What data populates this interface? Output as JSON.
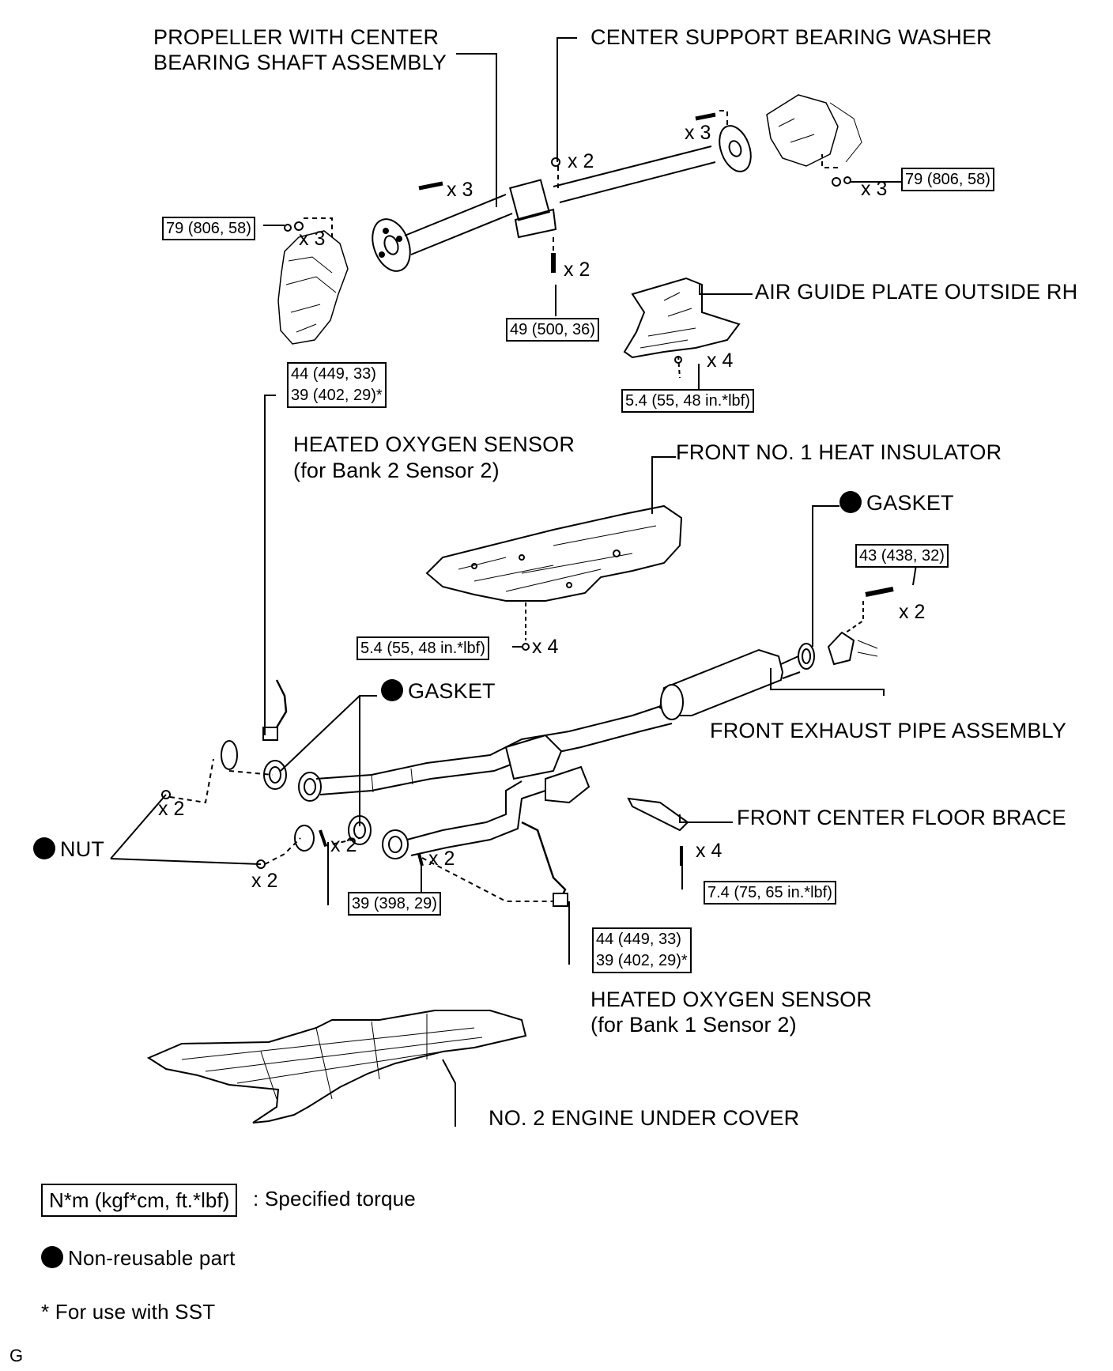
{
  "labels": {
    "propeller_line1": "PROPELLER WITH CENTER",
    "propeller_line2": "BEARING SHAFT ASSEMBLY",
    "center_support_washer": "CENTER SUPPORT BEARING WASHER",
    "air_guide_plate": "AIR GUIDE PLATE OUTSIDE RH",
    "ho2_bank2_line1": "HEATED OXYGEN SENSOR",
    "ho2_bank2_line2": "(for Bank 2 Sensor 2)",
    "heat_insulator": "FRONT NO. 1 HEAT INSULATOR",
    "gasket_rear": "GASKET",
    "gasket_front": "GASKET",
    "front_exhaust_pipe": "FRONT EXHAUST PIPE ASSEMBLY",
    "floor_brace": "FRONT CENTER FLOOR BRACE",
    "nut": "NUT",
    "ho2_bank1_line1": "HEATED OXYGEN SENSOR",
    "ho2_bank1_line2": "(for Bank 1 Sensor 2)",
    "under_cover": "NO. 2 ENGINE UNDER COVER"
  },
  "quantities": {
    "washer_x2": "x 2",
    "rear_bolt_x3": "x 3",
    "rear_nut_x3": "x 3",
    "front_bolt_x3": "x 3",
    "front_nut_x3": "x 3",
    "center_bolt_x2": "x 2",
    "air_guide_x4": "x 4",
    "insulator_x4": "x 4",
    "flange_bolt_x2": "x 2",
    "nut_upper_x2": "x 2",
    "nut_lower_x2": "x 2",
    "stud_left_x2": "x 2",
    "stud_right_x2": "x 2",
    "brace_x4": "x 4"
  },
  "torques": {
    "front_flange": "79 (806, 58)",
    "rear_flange": "79 (806, 58)",
    "center_support": "49 (500, 36)",
    "air_guide": "5.4 (55, 48 in.*lbf)",
    "ho2_bank2_a": "44 (449, 33)",
    "ho2_bank2_b": "39 (402, 29)*",
    "insulator": "5.4 (55, 48 in.*lbf)",
    "tail_flange": "43 (438, 32)",
    "manifold_studs": "39 (398, 29)",
    "floor_brace": "7.4 (75, 65 in.*lbf)",
    "ho2_bank1_a": "44 (449, 33)",
    "ho2_bank1_b": "39 (402, 29)*"
  },
  "legend": {
    "torque_box": "N*m (kgf*cm, ft.*lbf)",
    "torque_desc": ": Specified torque",
    "non_reusable": "Non-reusable part",
    "sst_note": "* For use with SST"
  },
  "corner_code": "G"
}
